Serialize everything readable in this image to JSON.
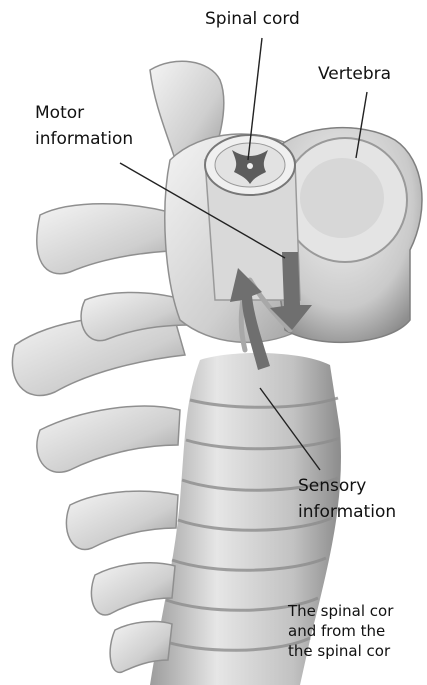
{
  "labels": {
    "spinal_cord": "Spinal cord",
    "vertebra": "Vertebra",
    "motor_line1": "Motor",
    "motor_line2": "information",
    "sensory_line1": "Sensory",
    "sensory_line2": "information"
  },
  "caption": {
    "line1": "The spinal cor",
    "line2": "and from the",
    "line3": "the spinal cor"
  },
  "colors": {
    "bone_light": "#ececec",
    "bone_mid": "#bdbdbd",
    "bone_dark": "#8a8a8a",
    "arrow": "#6f6f6f",
    "leader_line": "#222222"
  }
}
